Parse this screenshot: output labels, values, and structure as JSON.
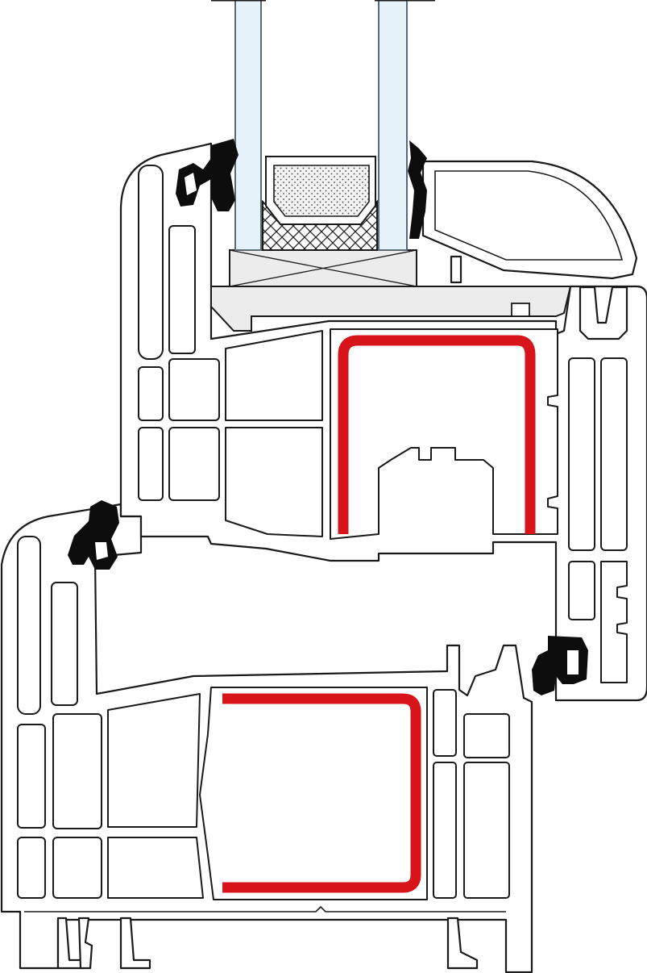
{
  "diagram": {
    "kind": "window-profile-cross-section",
    "colors": {
      "outline": "#1a1a1a",
      "profile_fill": "#ffffff",
      "glass": "#e6f3fb",
      "glass_outline": "#5a6a75",
      "steel_reinforcement": "#d7141a",
      "gasket": "#0d0d0d",
      "glazing_block": "#ececec",
      "spacer_fill": "#f2f2f2",
      "desiccant_dots": "#444444",
      "butyl_hatch": "#222222"
    },
    "components": [
      {
        "id": "glass-pane",
        "count": 2
      },
      {
        "id": "glass-spacer"
      },
      {
        "id": "butyl-seal"
      },
      {
        "id": "setting-block"
      },
      {
        "id": "glazing-support"
      },
      {
        "id": "sash-profile"
      },
      {
        "id": "frame-profile"
      },
      {
        "id": "glazing-bead"
      },
      {
        "id": "steel-reinforcement",
        "count": 2
      },
      {
        "id": "gasket",
        "count": 4
      },
      {
        "id": "mounting-feet",
        "count": 4
      }
    ]
  }
}
